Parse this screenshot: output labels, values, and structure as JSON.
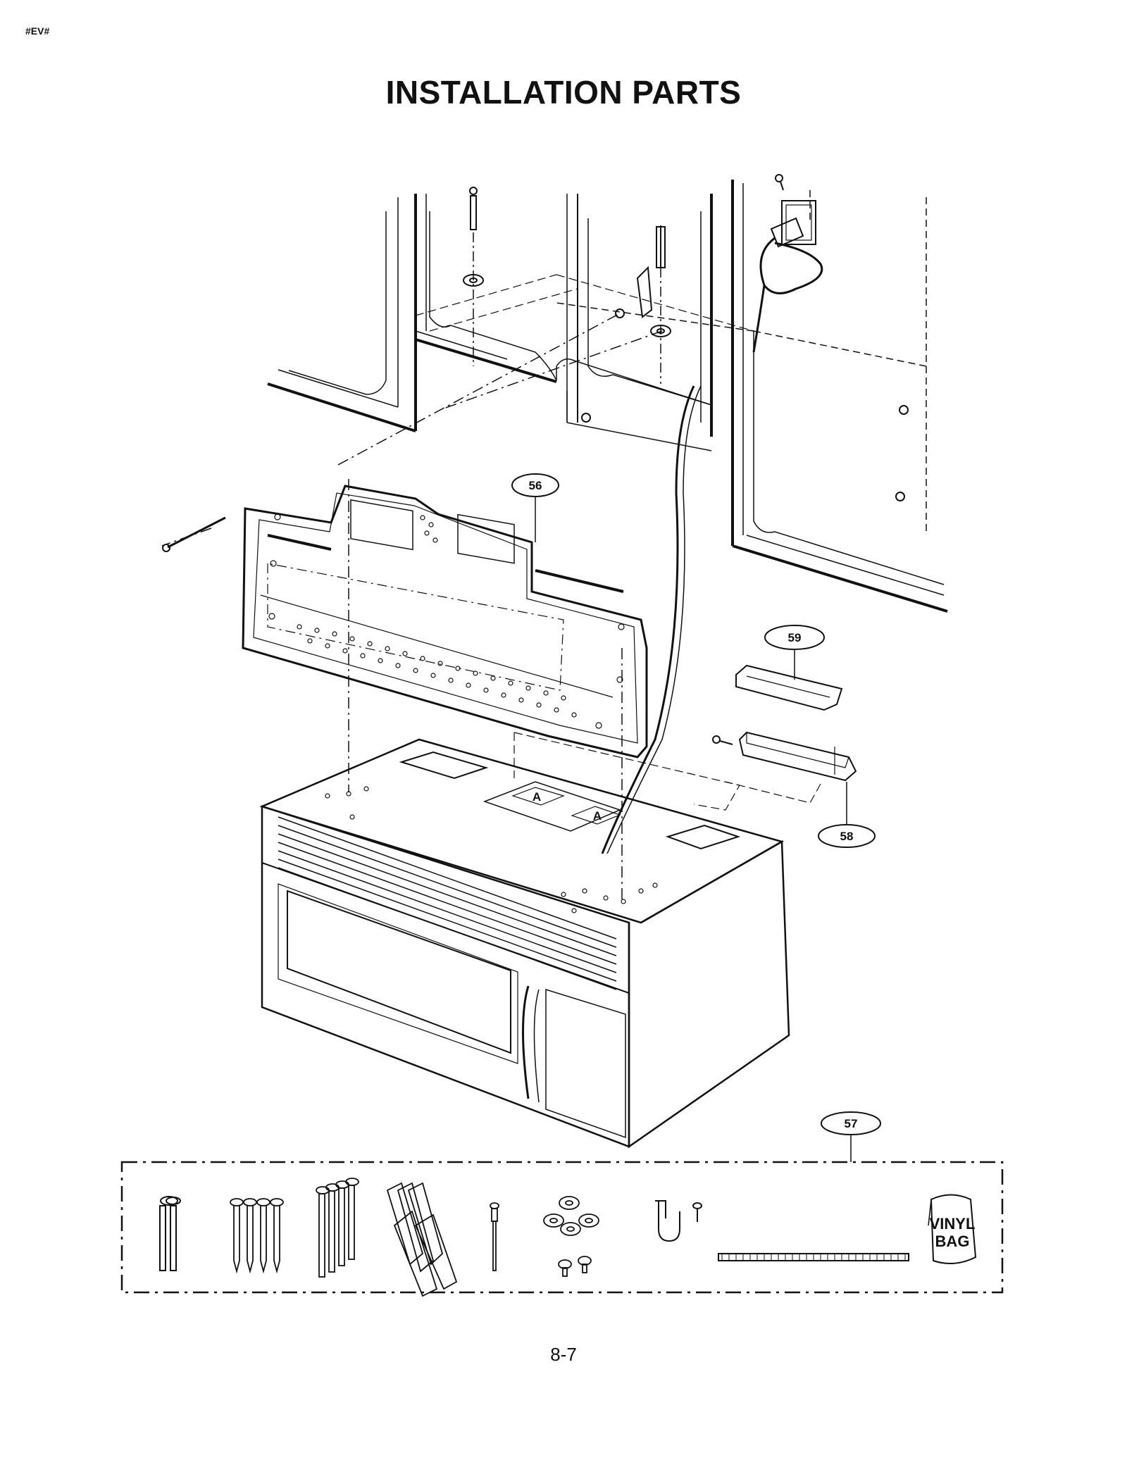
{
  "header": {
    "tag": "#EV#",
    "title": "INSTALLATION PARTS"
  },
  "callouts": {
    "c56": "56",
    "c57": "57",
    "c58": "58",
    "c59": "59"
  },
  "bag": {
    "line1": "VINYL",
    "line2": "BAG"
  },
  "ref_marks": {
    "a1": "A",
    "a2": "A"
  },
  "footer": {
    "page": "8-7"
  }
}
